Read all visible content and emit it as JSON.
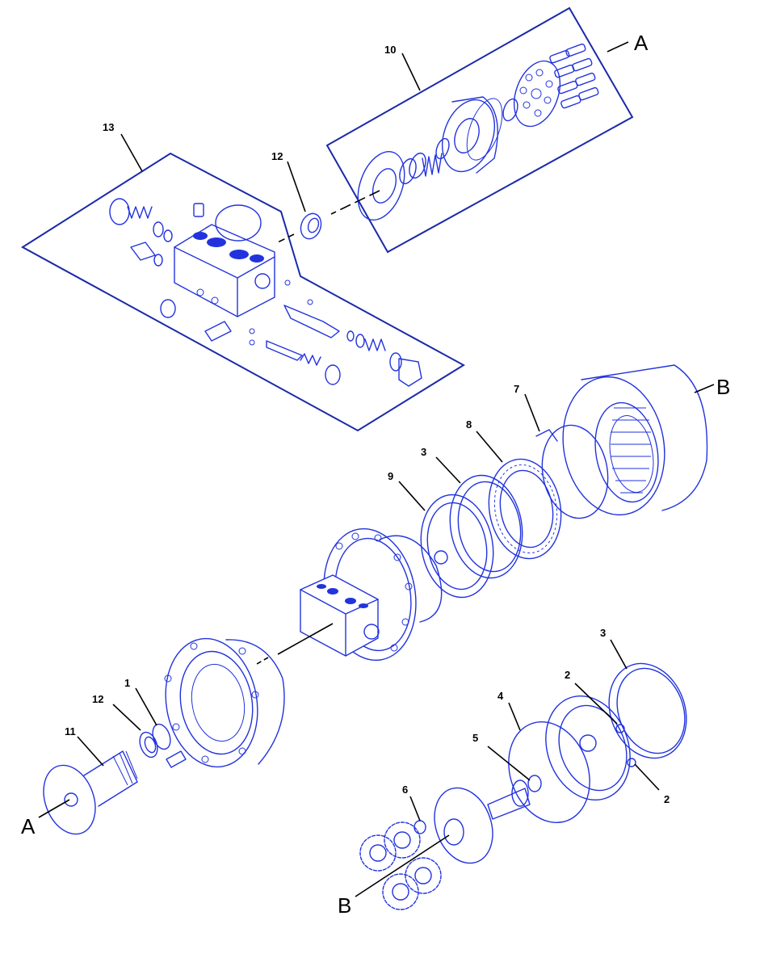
{
  "callouts": [
    {
      "id": "n10",
      "text": "10"
    },
    {
      "id": "n13",
      "text": "13"
    },
    {
      "id": "n12a",
      "text": "12"
    },
    {
      "id": "n7",
      "text": "7"
    },
    {
      "id": "n8",
      "text": "8"
    },
    {
      "id": "n3a",
      "text": "3"
    },
    {
      "id": "n9",
      "text": "9"
    },
    {
      "id": "n1",
      "text": "1"
    },
    {
      "id": "n12b",
      "text": "12"
    },
    {
      "id": "n11",
      "text": "11"
    },
    {
      "id": "n3b",
      "text": "3"
    },
    {
      "id": "n2a",
      "text": "2"
    },
    {
      "id": "n4",
      "text": "4"
    },
    {
      "id": "n5",
      "text": "5"
    },
    {
      "id": "n2b",
      "text": "2"
    },
    {
      "id": "n6",
      "text": "6"
    }
  ],
  "letters": [
    {
      "id": "la1",
      "text": "A"
    },
    {
      "id": "lb1",
      "text": "B"
    },
    {
      "id": "la2",
      "text": "A"
    },
    {
      "id": "lb2",
      "text": "B"
    }
  ],
  "colors": {
    "line": "#2233dd",
    "frame": "#1a2aa8",
    "text": "#000000"
  }
}
